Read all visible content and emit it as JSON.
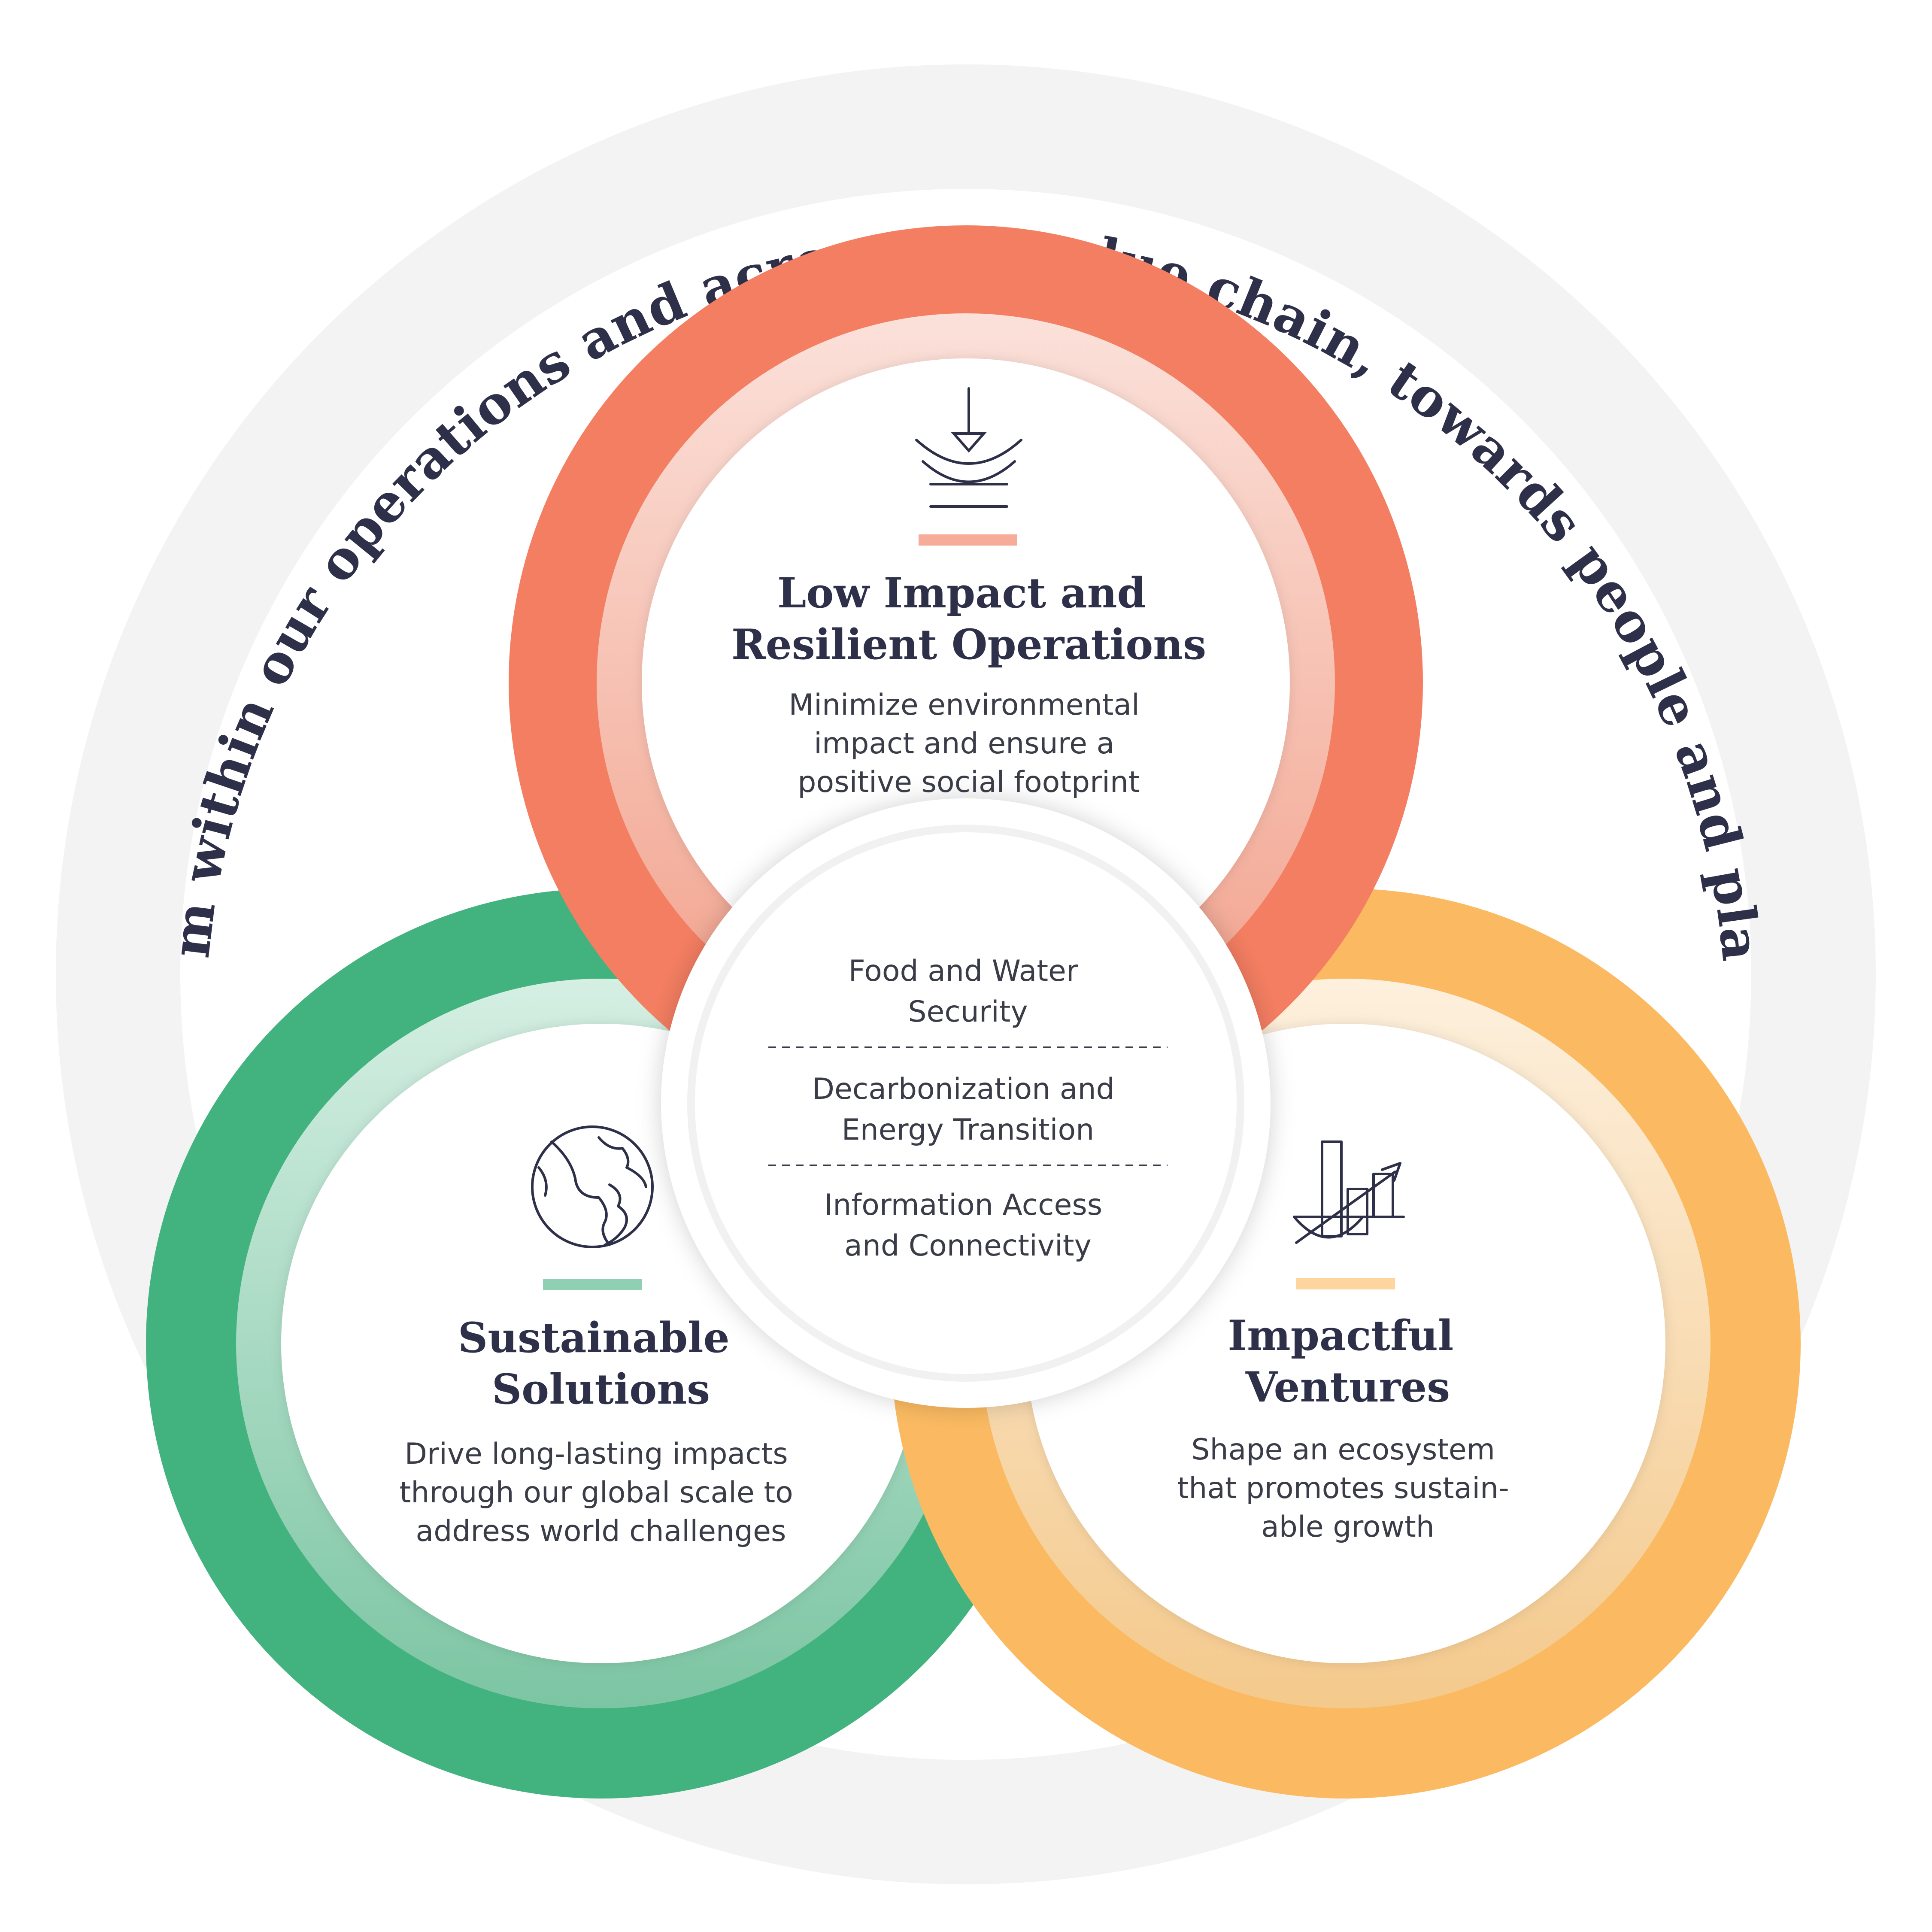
{
  "outer_arc_text": "From within our operations and across our value chain, towards people and planet",
  "colors": {
    "ink": "#2d3048",
    "body_text": "#3a3c48",
    "outer_ring": "#f3f3f3",
    "red": "#f47e62",
    "red_bar": "#f7ab99",
    "green": "#42b27f",
    "green_bar": "#8fd0b2",
    "orange": "#fbba62",
    "orange_bar": "#fdd69f"
  },
  "pillars": {
    "operations": {
      "title_line1": "Low Impact and",
      "title_line2": "Resilient Operations",
      "desc_line1": "Minimize environmental",
      "desc_line2": "impact and ensure a",
      "desc_line3": "positive social footprint",
      "icon": "pendulum-waves-icon"
    },
    "solutions": {
      "title_line1": "Sustainable",
      "title_line2": "Solutions",
      "desc_line1": "Drive long-lasting impacts",
      "desc_line2": "through our global scale to",
      "desc_line3": "address world challenges",
      "icon": "globe-icon"
    },
    "ventures": {
      "title_line1": "Impactful",
      "title_line2": "Ventures",
      "desc_line1": "Shape an ecosystem",
      "desc_line2": "that promotes sustain-",
      "desc_line3": "able growth",
      "icon": "growth-chart-icon"
    }
  },
  "focus_areas": {
    "area1_line1": "Food and Water",
    "area1_line2": "Security",
    "area2_line1": "Decarbonization and",
    "area2_line2": "Energy Transition",
    "area3_line1": "Information Access",
    "area3_line2": "and Connectivity"
  }
}
